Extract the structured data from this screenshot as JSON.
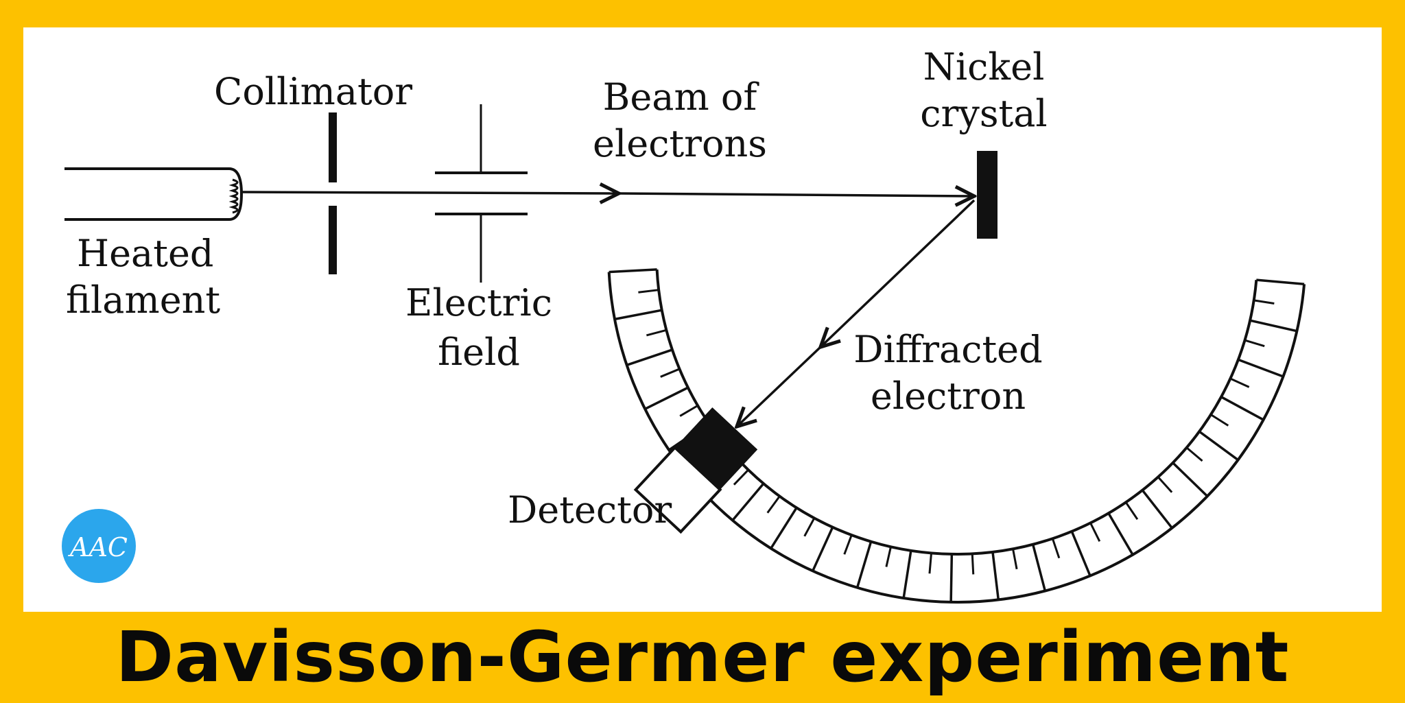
{
  "labels": {
    "collimator": "Collimator",
    "beam_line1": "Beam of",
    "beam_line2": "electrons",
    "nickel_line1": "Nickel",
    "nickel_line2": "crystal",
    "heated_line1": "Heated",
    "heated_line2": "filament",
    "electric_line1": "Electric",
    "electric_line2": "field",
    "diffracted_line1": "Diffracted",
    "diffracted_line2": "electron",
    "detector": "Detector"
  },
  "logo": {
    "text": "AAC",
    "color": "#2BA6EC"
  },
  "caption": "Davisson-Germer experiment",
  "colors": {
    "frame": "#FDC100",
    "panel": "#FFFFFF",
    "ink": "#111111"
  }
}
